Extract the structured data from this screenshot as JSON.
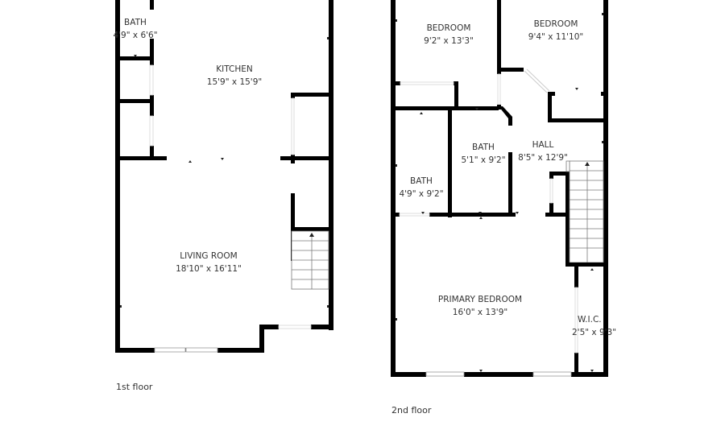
{
  "floors": [
    {
      "label": "1st floor",
      "rooms": [
        {
          "name": "BATH",
          "dims": "4'9\" x 6'6\""
        },
        {
          "name": "KITCHEN",
          "dims": "15'9\" x 15'9\""
        },
        {
          "name": "LIVING ROOM",
          "dims": "18'10\" x 16'11\""
        }
      ]
    },
    {
      "label": "2nd floor",
      "rooms": [
        {
          "name": "BEDROOM",
          "dims": "9'2\" x 13'3\""
        },
        {
          "name": "BEDROOM",
          "dims": "9'4\" x 11'10\""
        },
        {
          "name": "HALL",
          "dims": "8'5\" x 12'9\""
        },
        {
          "name": "BATH",
          "dims": "5'1\" x 9'2\""
        },
        {
          "name": "BATH",
          "dims": "4'9\" x 9'2\""
        },
        {
          "name": "PRIMARY BEDROOM",
          "dims": "16'0\" x 13'9\""
        },
        {
          "name": "W.I.C.",
          "dims": "2'5\" x 9'3\""
        }
      ]
    }
  ],
  "colors": {
    "wall": "#000000",
    "background": "#ffffff",
    "text": "#333333"
  }
}
